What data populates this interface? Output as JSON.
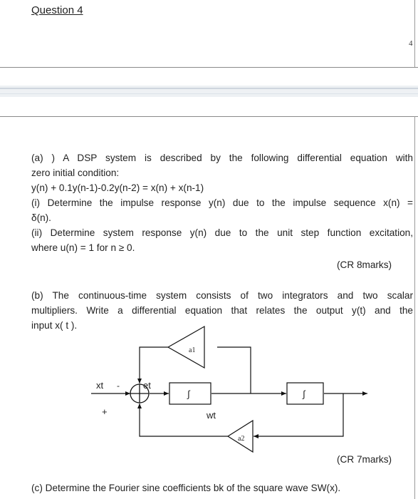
{
  "header": {
    "question_title": "Question 4",
    "page_number": "4"
  },
  "part_a": {
    "lines": [
      "(a) ) A DSP system is described by the following differential equation with",
      "zero initial condition:",
      "y(n) + 0.1y(n-1)-0.2y(n-2) = x(n) + x(n-1)",
      "(i) Determine the impulse response y(n) due to the impulse sequence x(n) =",
      "δ(n).",
      "(ii) Determine system response y(n) due to the unit step function excitation,",
      "where u(n) = 1 for n ≥ 0."
    ],
    "marks": "(CR 8marks)"
  },
  "part_b": {
    "lines": [
      "(b) The continuous-time system consists of two integrators and two scalar",
      "multipliers. Write a differential equation that relates the output y(t) and the",
      "input x( t )."
    ],
    "marks": "(CR 7marks)"
  },
  "diagram": {
    "input_label": "xt",
    "minus_sign": "-",
    "plus_sign": "+",
    "error_label": "et",
    "integrator_symbol": "∫",
    "gain1_label": "a1",
    "gain2_label": "a2",
    "wt_label": "wt"
  },
  "part_c": {
    "line": "(c) Determine the Fourier sine coefficients bk of the square wave SW(x)."
  }
}
